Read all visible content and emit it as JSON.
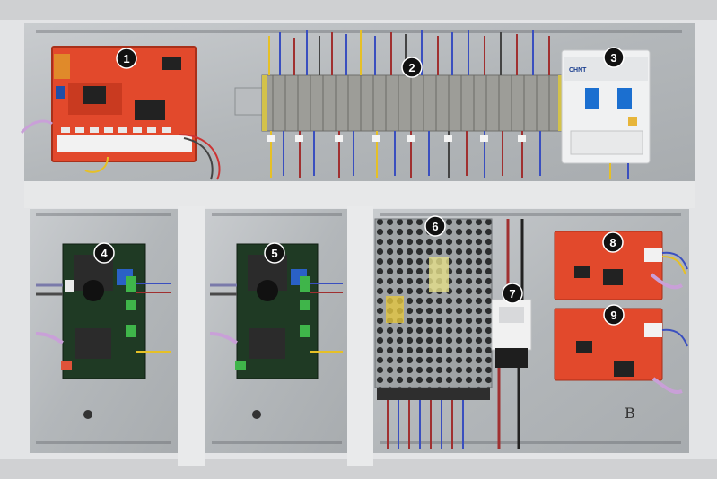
{
  "markers": [
    {
      "id": "marker-1",
      "label": "1"
    },
    {
      "id": "marker-2",
      "label": "2"
    },
    {
      "id": "marker-3",
      "label": "3"
    },
    {
      "id": "marker-4",
      "label": "4"
    },
    {
      "id": "marker-5",
      "label": "5"
    },
    {
      "id": "marker-6",
      "label": "6"
    },
    {
      "id": "marker-7",
      "label": "7"
    },
    {
      "id": "marker-8",
      "label": "8"
    },
    {
      "id": "marker-9",
      "label": "9"
    }
  ],
  "breaker_brand": "CHNT",
  "panel_handwriting": "B",
  "colors": {
    "frame": "#e8e9ea",
    "plate": "#bcc0c3",
    "pcb_red": "#e2492c",
    "terminal_gray": "#9d9d98",
    "breaker_white": "#f0f1f2",
    "driver_green": "#1f3a24",
    "marker_fill": "#111111"
  }
}
